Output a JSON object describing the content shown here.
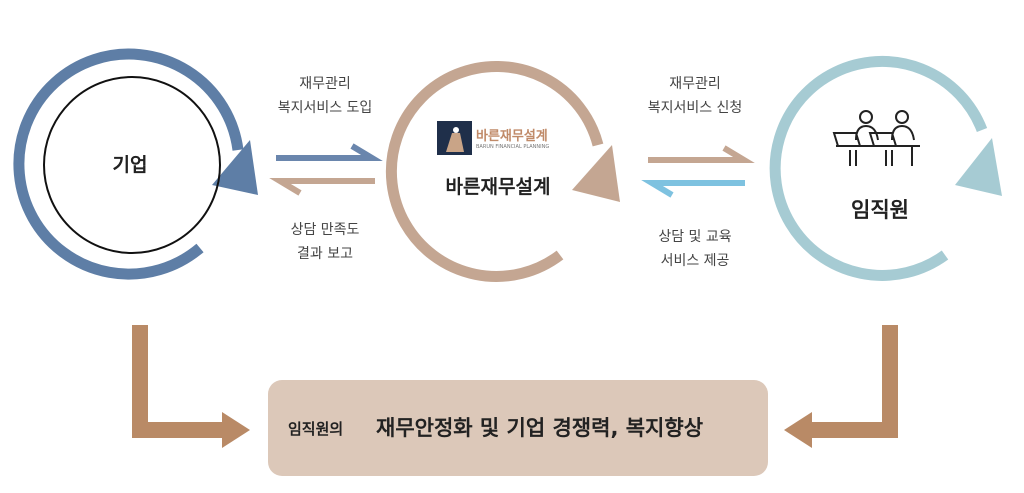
{
  "nodes": {
    "company": "기업",
    "barun": "바른재무설계",
    "employees": "임직원"
  },
  "logo": {
    "name": "바른재무설계",
    "subtitle": "BARUN FINANCIAL PLANNING"
  },
  "flows": {
    "company_to_barun": [
      "재무관리",
      "복지서비스 도입"
    ],
    "barun_to_company": [
      "상담 만족도",
      "결과 보고"
    ],
    "employees_to_barun": [
      "재무관리",
      "복지서비스 신청"
    ],
    "barun_to_employees": [
      "상담 및 교육",
      "서비스 제공"
    ]
  },
  "outcome": {
    "prefix": "임직원의",
    "text": "재무안정화 및 기업 경쟁력, 복지향상"
  },
  "colors": {
    "blue": "#5e7ea6",
    "tan": "#c4a692",
    "lightblue": "#a6cbd3",
    "brown": "#b98a66",
    "box": "#dcc8b9"
  }
}
